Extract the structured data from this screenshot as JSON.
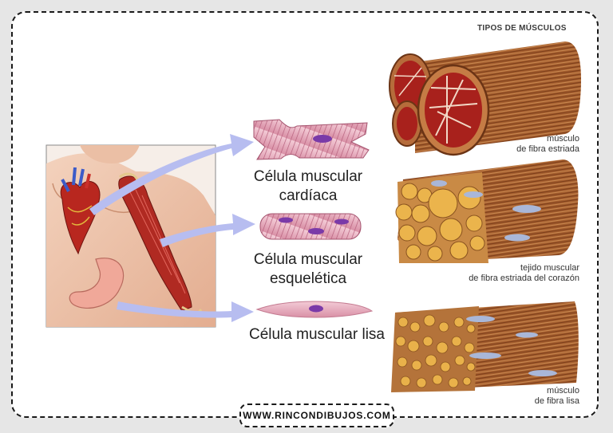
{
  "title": "TIPOS DE MÚSCULOS",
  "cells": {
    "cardiac": {
      "line1": "Célula muscular",
      "line2": "cardíaca"
    },
    "skeletal": {
      "line1": "Célula muscular",
      "line2": "esquelética"
    },
    "smooth": {
      "line1": "Célula muscular lisa"
    }
  },
  "tissues": {
    "striated": {
      "line1": "músculo",
      "line2": "de fibra estriada"
    },
    "heart": {
      "line1": "tejido muscular",
      "line2": "de fibra estriada del corazón"
    },
    "smooth": {
      "line1": "músculo",
      "line2": "de fibra lisa"
    }
  },
  "footer": "WWW.RINCONDIBUJOS.COM",
  "colors": {
    "arrow": "#b7bdf0",
    "muscle_brown": "#8f4d25",
    "muscle_red": "#a8211c",
    "cell_pink": "#e9b3c3",
    "nucleus": "#7a3aa8",
    "fiber_yellow": "#e9b14a"
  }
}
